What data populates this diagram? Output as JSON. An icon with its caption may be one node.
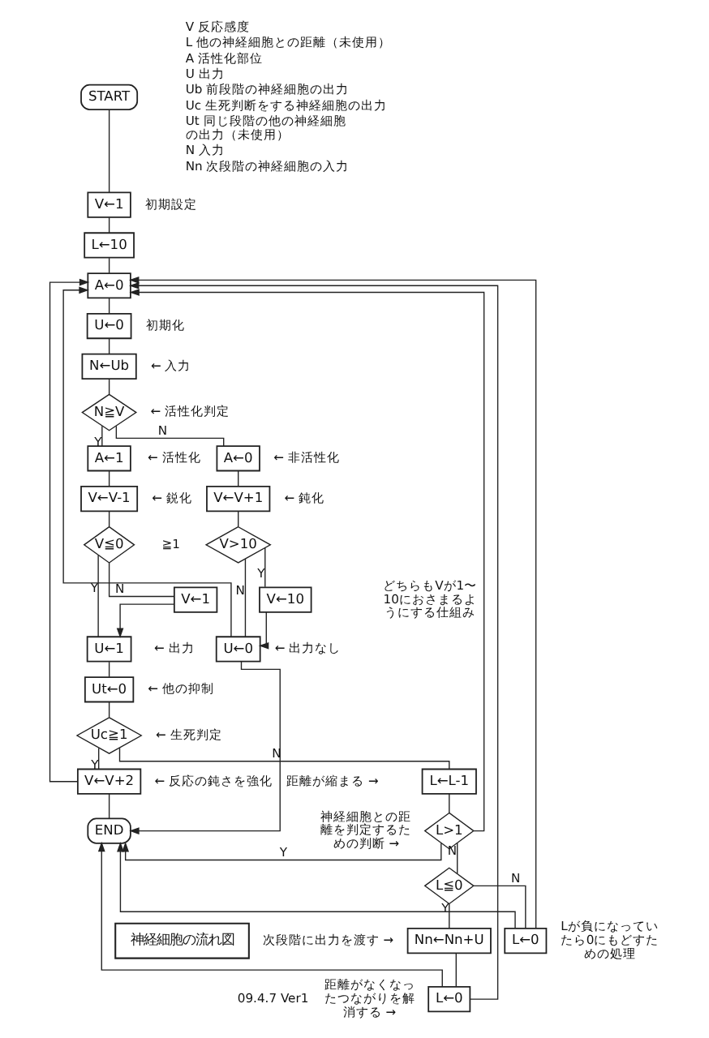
{
  "diagram": {
    "nodes": [
      {
        "text": [
          "START"
        ]
      },
      {
        "text": [
          "V←1"
        ]
      },
      {
        "text": [
          "L←10"
        ]
      },
      {
        "text": [
          "A←0"
        ]
      },
      {
        "text": [
          "U←0"
        ]
      },
      {
        "text": [
          "N←Ub"
        ],
        "beside": [
          "← 入力"
        ]
      },
      {
        "text": [
          "N≧V"
        ],
        "beside": [
          "← 活性化判定"
        ]
      },
      {
        "text": [
          "A←1"
        ],
        "beside": [
          "← 活性化"
        ]
      },
      {
        "text": [
          "A←0"
        ],
        "beside": [
          "← 非活性化"
        ]
      },
      {
        "text": [
          "V←V-1"
        ],
        "beside": [
          "← 鋭化"
        ]
      },
      {
        "text": [
          "V←V+1"
        ],
        "beside": [
          "← 鈍化"
        ]
      },
      {
        "text": [
          "V≦0"
        ],
        "beside": [
          "≧1"
        ]
      },
      {
        "text": [
          "V←1"
        ]
      },
      {
        "text": [
          "V>10"
        ]
      },
      {
        "text": [
          "V←10"
        ]
      },
      {
        "text": [
          "U←1"
        ],
        "beside": [
          "← 出力"
        ]
      },
      {
        "text": [
          "U←0"
        ],
        "beside": [
          "← 出力なし"
        ]
      },
      {
        "text": [
          "Ut←0"
        ],
        "beside": [
          "← 他の抑制"
        ]
      },
      {
        "text": [
          "Uc≧1"
        ],
        "beside": [
          "← 生死判定"
        ]
      },
      {
        "text": [
          "V←V+2"
        ],
        "beside": [
          "← 反応の鈍さを強化"
        ]
      },
      {
        "text": [
          "L←L-1"
        ],
        "beside": [
          "距離が縮まる →"
        ]
      },
      {
        "text": [
          "END"
        ]
      },
      {
        "text": [
          "L>1"
        ],
        "beside": [
          "神経細胞との距離を判定するための判断 →"
        ]
      },
      {
        "text": [
          "L≦0"
        ]
      },
      {
        "text": [
          "Nn←Nn+U"
        ],
        "beside": [
          "次段階に出力を渡す →"
        ]
      },
      {
        "text": [
          "L←0"
        ]
      },
      {
        "text": [
          "L←0"
        ],
        "beside": [
          "距離がなくなったつながりを解消する →"
        ]
      },
      {
        "text": [
          "神経細胞の流れ図"
        ]
      }
    ],
    "edges": [
      {
        "from": 0,
        "to": 1,
        "arrow": "none"
      },
      {
        "from": 1,
        "to": 2,
        "arrow": "none"
      },
      {
        "from": 2,
        "to": 3,
        "arrow": "none"
      },
      {
        "from": 3,
        "to": 4,
        "arrow": "none"
      },
      {
        "from": 4,
        "to": 5,
        "arrow": "none"
      },
      {
        "from": 5,
        "to": 6,
        "arrow": "none"
      },
      {
        "from": 6,
        "to": 7,
        "arrow": "none",
        "label": "Y"
      },
      {
        "from": 6,
        "to": 8,
        "arrow": "none",
        "label": "N"
      },
      {
        "from": 7,
        "to": 9,
        "arrow": "none"
      },
      {
        "from": 8,
        "to": 10,
        "arrow": "none"
      },
      {
        "from": 9,
        "to": 11,
        "arrow": "none"
      },
      {
        "from": 11,
        "to": 12,
        "arrow": "none",
        "label": "N"
      },
      {
        "from": 11,
        "to": 15,
        "arrow": "none",
        "label": "Y"
      },
      {
        "from": 12,
        "to": 15,
        "arrow": "to"
      },
      {
        "from": 10,
        "to": 13,
        "arrow": "none"
      },
      {
        "from": 13,
        "to": 14,
        "arrow": "none",
        "label": "Y"
      },
      {
        "from": 13,
        "to": 16,
        "arrow": "none",
        "label": "N"
      },
      {
        "from": 14,
        "to": 16,
        "arrow": "to"
      },
      {
        "from": 15,
        "to": 17,
        "arrow": "none"
      },
      {
        "from": 17,
        "to": 18,
        "arrow": "none"
      },
      {
        "from": 18,
        "to": 19,
        "arrow": "none",
        "label": "Y"
      },
      {
        "from": 18,
        "to": 20,
        "arrow": "none",
        "label": "N"
      },
      {
        "from": 19,
        "to": 21,
        "arrow": "none"
      },
      {
        "from": 19,
        "to": 3,
        "arrow": "to"
      },
      {
        "from": 16,
        "to": 21,
        "arrow": "to"
      },
      {
        "from": 16,
        "to": 3,
        "arrow": "to"
      },
      {
        "from": 20,
        "to": 22,
        "arrow": "none"
      },
      {
        "from": 22,
        "to": 23,
        "arrow": "none",
        "label": "N"
      },
      {
        "from": 22,
        "to": 21,
        "arrow": "to",
        "label": "Y"
      },
      {
        "from": 22,
        "to": 3,
        "arrow": "to"
      },
      {
        "from": 23,
        "to": 24,
        "arrow": "none",
        "label": "Y"
      },
      {
        "from": 23,
        "to": 25,
        "arrow": "none",
        "label": "N"
      },
      {
        "from": 24,
        "to": 26,
        "arrow": "none"
      },
      {
        "from": 26,
        "to": 21,
        "arrow": "to"
      },
      {
        "from": 26,
        "to": 3,
        "arrow": "to"
      },
      {
        "from": 25,
        "to": 21,
        "arrow": "to"
      },
      {
        "from": 25,
        "to": 3,
        "arrow": "to"
      }
    ],
    "labels": [
      "V 反応感度",
      "L 他の神経細胞との距離（未使用）",
      "A 活性化部位",
      "U 出力",
      "Ub 前段階の神経細胞の出力",
      "Uc 生死判断をする神経細胞の出力",
      "Ut 同じ段階の他の神経細胞の出力（未使用）",
      "N 入力",
      "Nn 次段階の神経細胞の入力",
      "初期設定",
      "初期化",
      "どちらもVが1〜10におさまるようにする仕組み",
      "Lが負になっていたら0にもどすための処理",
      "09.4.7 Ver1"
    ]
  }
}
